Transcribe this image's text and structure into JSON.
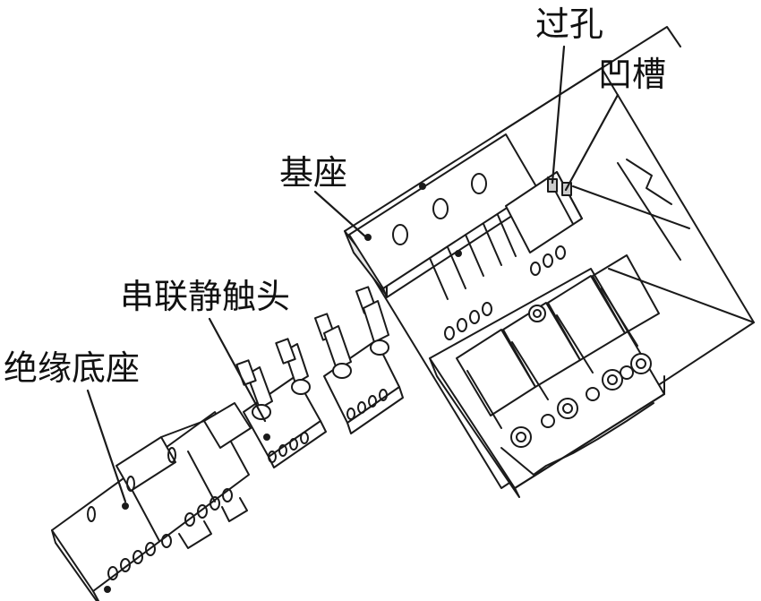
{
  "labels": {
    "through_hole": "过孔",
    "groove": "凹槽",
    "base": "基座",
    "series_static_contact": "串联静触头",
    "insulating_base": "绝缘底座"
  },
  "colors": {
    "stroke": "#1a1a1a",
    "fill": "#ffffff",
    "shade": "#d9d9d9",
    "text": "#111111"
  }
}
